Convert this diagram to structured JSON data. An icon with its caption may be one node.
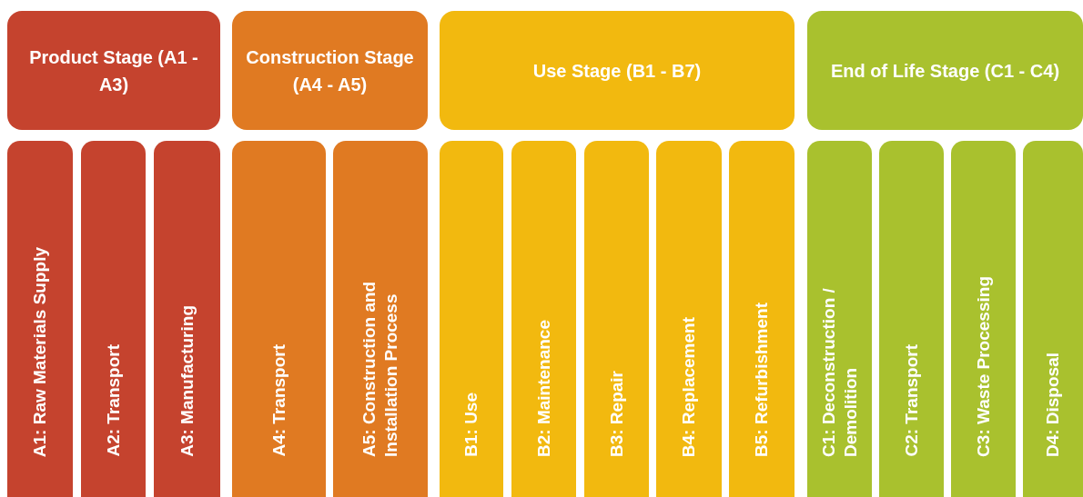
{
  "diagram": {
    "nodes": [
      {
        "text": [
          "Product Stage (A1 - A3)"
        ]
      },
      {
        "text": [
          "Construction Stage (A4 - A5)"
        ]
      },
      {
        "text": [
          "Use Stage (B1 - B7)"
        ]
      },
      {
        "text": [
          "End of Life Stage (C1 - C4)"
        ]
      },
      {
        "text": [
          "A1: Raw Materials Supply"
        ]
      },
      {
        "text": [
          "A2: Transport"
        ]
      },
      {
        "text": [
          "A3: Manufacturing"
        ]
      },
      {
        "text": [
          "A4: Transport"
        ]
      },
      {
        "text": [
          "A5: Construction and Installation Process"
        ]
      },
      {
        "text": [
          "B1: Use"
        ]
      },
      {
        "text": [
          "B2: Maintenance"
        ]
      },
      {
        "text": [
          "B3: Repair"
        ]
      },
      {
        "text": [
          "B4: Replacement"
        ]
      },
      {
        "text": [
          "B5: Refurbishment"
        ]
      },
      {
        "text": [
          "C1: Deconstruction / Demolition"
        ]
      },
      {
        "text": [
          "C2: Transport"
        ]
      },
      {
        "text": [
          "C3: Waste Processing"
        ]
      },
      {
        "text": [
          "D4: Disposal"
        ]
      }
    ]
  }
}
